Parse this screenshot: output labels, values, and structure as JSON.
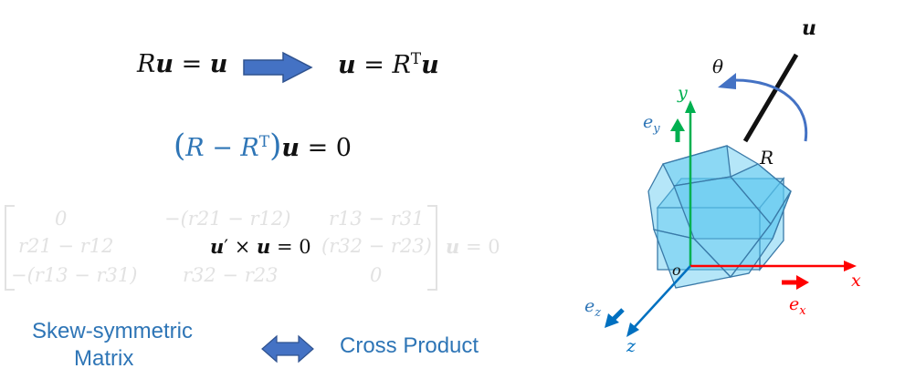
{
  "equations": {
    "eq1_left_R": "R",
    "eq1_left_u": "u",
    "eq1_left_eq": " = ",
    "eq1_left_rhs": "u",
    "eq1_right_u": "u",
    "eq1_right_eq": " = ",
    "eq1_right_R": "R",
    "eq1_right_T": "T",
    "eq1_right_rhs": "u",
    "eq2_open": "(",
    "eq2_R": "R",
    "eq2_minus": " − ",
    "eq2_RT": "R",
    "eq2_T": "T",
    "eq2_close": ")",
    "eq2_u": "u",
    "eq2_rhs": " = 0",
    "cross_u": "u",
    "cross_prime": "′",
    "cross_times": " × ",
    "cross_u2": "u",
    "cross_rhs": " = 0"
  },
  "faded_matrix": {
    "rows": [
      [
        "0",
        "−(r21 − r12)",
        "r13 − r31"
      ],
      [
        "r21 − r12",
        "",
        "(r32 − r23)"
      ],
      [
        "−(r13 − r31)",
        "r32 − r23",
        "0"
      ]
    ],
    "trailing_u": "u",
    "trailing_eq": " = 0"
  },
  "captions": {
    "skew_line1": "Skew-symmetric",
    "skew_line2": "Matrix",
    "cross_product": "Cross Product"
  },
  "diagram": {
    "axis_u": "u",
    "angle": "θ",
    "rotation": "R",
    "axis_y": "y",
    "axis_x": "x",
    "axis_z": "z",
    "origin": "o",
    "ey_base": "e",
    "ey_sub": "y",
    "ex_base": "e",
    "ex_sub": "x",
    "ez_base": "e",
    "ez_sub": "z"
  },
  "colors": {
    "blue_text": "#2e75b6",
    "arrow_fill": "#4472c4",
    "cube_fill": "#5bc8f0",
    "y_axis": "#00b050",
    "x_axis": "#ff0000",
    "z_axis": "#0070c0"
  }
}
